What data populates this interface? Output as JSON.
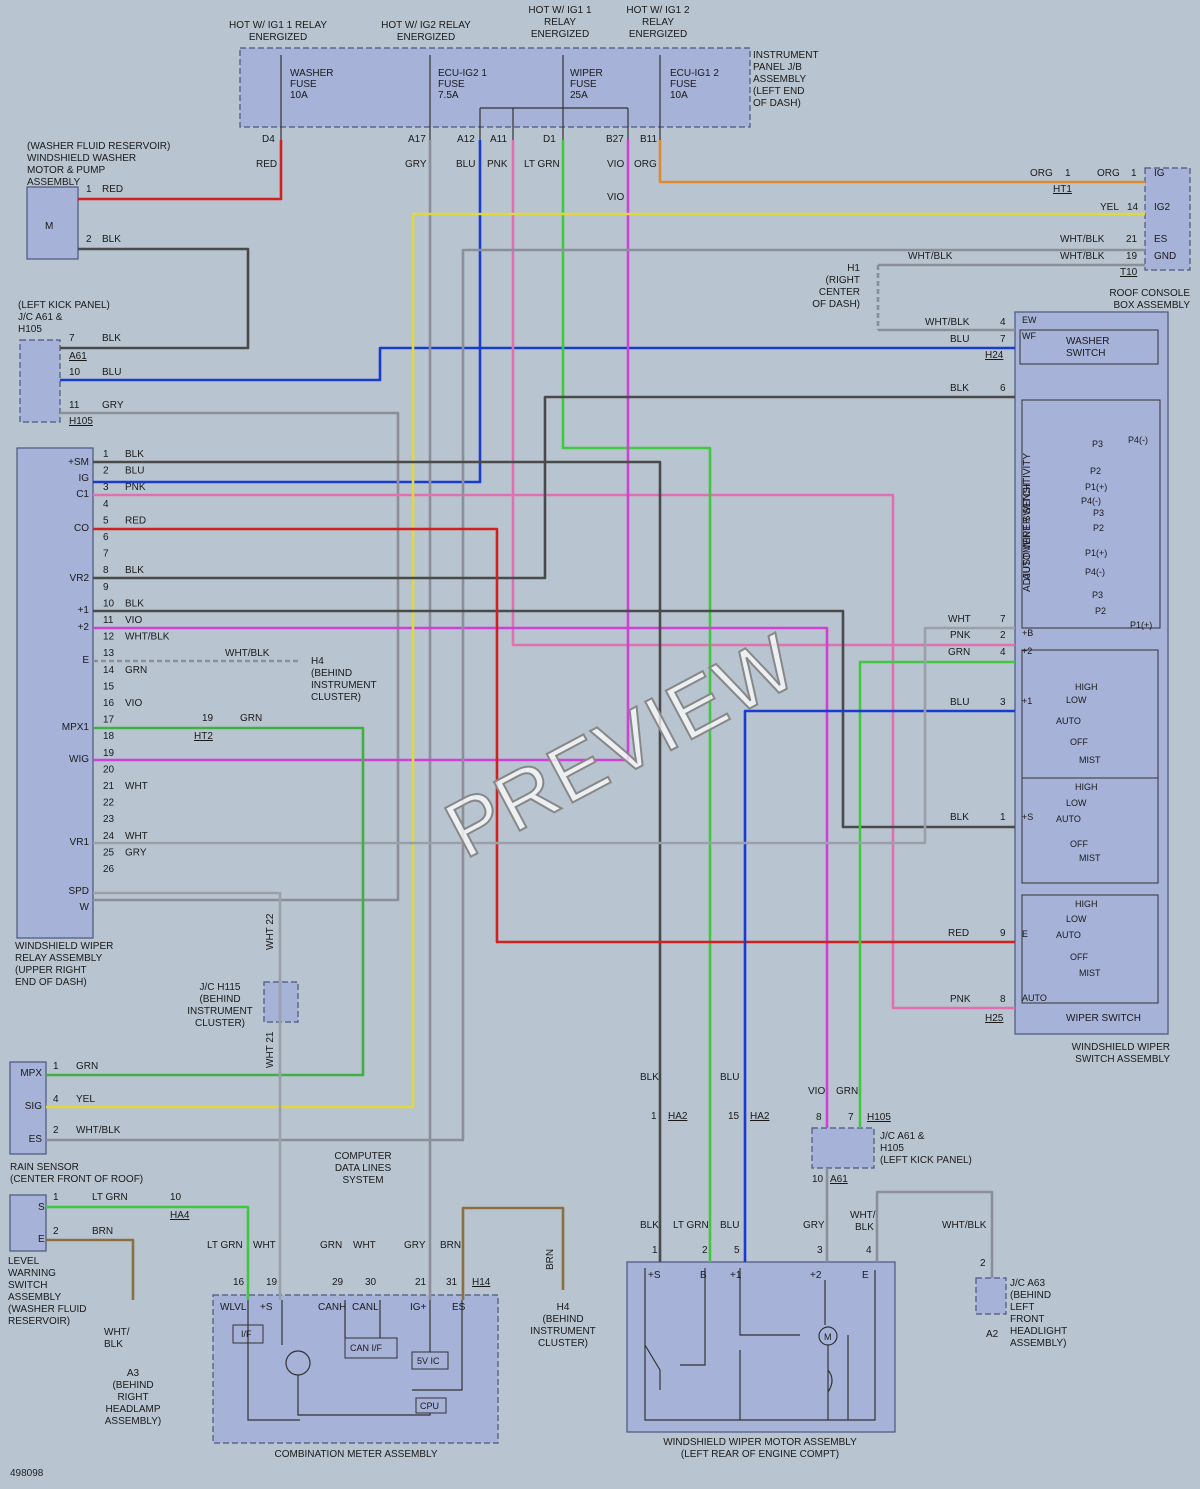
{
  "doc_id": "498098",
  "watermark": "PREVIEW",
  "relays": [
    "HOT W/ IG1 1 RELAY ENERGIZED",
    "HOT W/ IG2 RELAY ENERGIZED",
    "HOT W/ IG1 1 RELAY ENERGIZED",
    "HOT W/ IG1 2 RELAY ENERGIZED"
  ],
  "relay_lines": [
    [
      "HOT W/ IG1 1 RELAY",
      "ENERGIZED"
    ],
    [
      "HOT W/ IG2 RELAY",
      "ENERGIZED"
    ],
    [
      "HOT W/ IG1 1",
      "RELAY",
      "ENERGIZED"
    ],
    [
      "HOT W/ IG1 2",
      "RELAY",
      "ENERGIZED"
    ]
  ],
  "jb": {
    "lines": [
      "INSTRUMENT",
      "PANEL J/B",
      "ASSEMBLY",
      "(LEFT END",
      "OF DASH)"
    ],
    "fuses": [
      [
        "WASHER",
        "FUSE",
        "10A"
      ],
      [
        "ECU-IG2 1",
        "FUSE",
        "7.5A"
      ],
      [
        "WIPER",
        "FUSE",
        "25A"
      ],
      [
        "ECU-IG1 2",
        "FUSE",
        "10A"
      ]
    ],
    "pins": [
      "D4",
      "A17",
      "A12",
      "A11",
      "D1",
      "B27",
      "B11"
    ]
  },
  "wire_labels": [
    "RED",
    "GRY",
    "BLU",
    "PNK",
    "LT GRN",
    "VIO",
    "ORG",
    "VIO"
  ],
  "motor_pump": {
    "lines": [
      "(WASHER FLUID RESERVOIR)",
      "WINDSHIELD WASHER",
      "MOTOR & PUMP",
      "ASSEMBLY"
    ],
    "p1": "1",
    "c1": "RED",
    "p2": "2",
    "c2": "BLK",
    "m": "M"
  },
  "kick": {
    "lines": [
      "(LEFT KICK PANEL)",
      "J/C A61 &",
      "H105"
    ],
    "rows": [
      [
        "7",
        "BLK"
      ],
      [
        "10",
        "BLU"
      ],
      [
        "11",
        "GRY"
      ]
    ],
    "c1": "A61",
    "c2": "H105"
  },
  "relay_assy": {
    "lines": [
      "WINDSHIELD WIPER",
      "RELAY ASSEMBLY",
      "(UPPER RIGHT",
      "END OF DASH)"
    ],
    "pins": [
      "+SM",
      "IG",
      "C1",
      "CO",
      "VR2",
      "+1",
      "+2",
      "E",
      "MPX1",
      "WIG",
      "VR1",
      "SPD",
      "W"
    ],
    "rows": [
      [
        "1",
        "BLK"
      ],
      [
        "2",
        "BLU"
      ],
      [
        "3",
        "PNK"
      ],
      [
        "4",
        ""
      ],
      [
        "5",
        "RED"
      ],
      [
        "6",
        ""
      ],
      [
        "7",
        ""
      ],
      [
        "8",
        "BLK"
      ],
      [
        "9",
        ""
      ],
      [
        "10",
        "BLK"
      ],
      [
        "11",
        "VIO"
      ],
      [
        "12",
        "WHT/BLK"
      ],
      [
        "13",
        ""
      ],
      [
        "14",
        "GRN"
      ],
      [
        "15",
        ""
      ],
      [
        "16",
        "VIO"
      ],
      [
        "17",
        ""
      ],
      [
        "18",
        ""
      ],
      [
        "19",
        ""
      ],
      [
        "20",
        ""
      ],
      [
        "21",
        "WHT"
      ],
      [
        "22",
        ""
      ],
      [
        "23",
        ""
      ],
      [
        "24",
        "WHT"
      ],
      [
        "25",
        "GRY"
      ],
      [
        "26",
        ""
      ]
    ]
  },
  "h4": {
    "wire": "WHT/BLK",
    "lines": [
      "H4",
      "(BEHIND",
      "INSTRUMENT",
      "CLUSTER)"
    ]
  },
  "ht2": {
    "pin": "19",
    "c": "GRN",
    "conn": "HT2"
  },
  "h115": {
    "lines": [
      "J/C H115",
      "(BEHIND",
      "INSTRUMENT",
      "CLUSTER)"
    ],
    "top": "WHT 22",
    "bot": "WHT 21"
  },
  "rain": {
    "pins": [
      "MPX",
      "SIG",
      "ES"
    ],
    "rows": [
      [
        "1",
        "GRN"
      ],
      [
        "4",
        "YEL"
      ],
      [
        "2",
        "WHT/BLK"
      ]
    ],
    "lines": [
      "RAIN SENSOR",
      "(CENTER FRONT OF ROOF)"
    ]
  },
  "level": {
    "pins": [
      "S",
      "E"
    ],
    "rows": [
      [
        "1",
        "LT GRN"
      ],
      [
        "2",
        "BRN"
      ]
    ],
    "lines": [
      "LEVEL",
      "WARNING",
      "SWITCH",
      "ASSEMBLY",
      "(WASHER FLUID",
      "RESERVOIR)"
    ],
    "ha4": "HA4",
    "ha4pin": "10",
    "gnd": [
      "WHT/",
      "BLK"
    ],
    "a3": [
      "A3",
      "(BEHIND",
      "RIGHT",
      "HEADLAMP",
      "ASSEMBLY)"
    ]
  },
  "cds": {
    "lines": [
      "COMPUTER",
      "DATA LINES",
      "SYSTEM"
    ]
  },
  "meter": {
    "title": "COMBINATION METER ASSEMBLY",
    "pins": [
      "WLVL",
      "+S",
      "CANH",
      "CANL",
      "IG+",
      "ES"
    ],
    "nums": [
      "16",
      "19",
      "29",
      "30",
      "21",
      "31"
    ],
    "wires": [
      "LT GRN",
      "WHT",
      "GRN",
      "WHT",
      "GRY",
      "BRN"
    ],
    "conn": "H14",
    "blocks": [
      "I/F",
      "CAN I/F",
      "5V IC",
      "CPU"
    ]
  },
  "h4b": {
    "wire": "BRN",
    "lines": [
      "H4",
      "(BEHIND",
      "INSTRUMENT",
      "CLUSTER)"
    ]
  },
  "motor": {
    "title": [
      "WINDSHIELD WIPER MOTOR ASSEMBLY",
      "(LEFT REAR OF ENGINE COMPT)"
    ],
    "pins": [
      "+S",
      "B",
      "+1",
      "+2",
      "E"
    ],
    "nums": [
      "1",
      "2",
      "5",
      "3",
      "4"
    ],
    "wires": [
      "BLK",
      "LT GRN",
      "BLU",
      "GRY",
      "WHT/",
      "BLK"
    ],
    "m": "M"
  },
  "ha2": {
    "a": [
      "1",
      "HA2"
    ],
    "b": [
      "15",
      "HA2"
    ],
    "c1": "BLK",
    "c2": "BLU"
  },
  "jca61": {
    "lines": [
      "J/C A61 &",
      "H105",
      "(LEFT KICK PANEL)"
    ],
    "p8": "8",
    "p7": "7",
    "h105": "H105",
    "p10": "10",
    "a61": "A61",
    "c1": "VIO",
    "c2": "GRN"
  },
  "a63": {
    "pin": "2",
    "wire": "WHT/BLK",
    "lines": [
      "J/C A63",
      "(BEHIND",
      "LEFT",
      "FRONT",
      "HEADLIGHT",
      "ASSEMBLY)"
    ],
    "a2": "A2"
  },
  "roof": {
    "pins": [
      "IG",
      "IG2",
      "ES",
      "GND"
    ],
    "lines": [
      "ROOF CONSOLE",
      "BOX ASSEMBLY"
    ],
    "rows": [
      [
        "ORG",
        "1",
        "ORG",
        "1"
      ],
      [
        "YEL",
        "14"
      ],
      [
        "WHT/BLK",
        "21"
      ],
      [
        "WHT/BLK",
        "19"
      ]
    ],
    "ht1": "HT1",
    "t10": "T10",
    "h1": [
      "H1",
      "(RIGHT",
      "CENTER",
      "OF DASH)"
    ],
    "h1wire": "WHT/BLK"
  },
  "switch": {
    "title": "WIPER SWITCH",
    "assy": [
      "WINDSHIELD WIPER",
      "SWITCH ASSEMBLY"
    ],
    "washer": [
      "WASHER",
      "SWITCH"
    ],
    "sens": [
      "AUTO WIPER SENSITIVITY",
      "ADJUSTMENT SWITCH"
    ],
    "pins": [
      "EW",
      "WF",
      "+B",
      "+2",
      "+1",
      "+S",
      "E",
      "AUTO"
    ],
    "rows": [
      [
        "WHT/BLK",
        "4"
      ],
      [
        "BLU",
        "7"
      ],
      [
        "BLK",
        "6"
      ],
      [
        "WHT",
        "7"
      ],
      [
        "PNK",
        "2"
      ],
      [
        "GRN",
        "4"
      ],
      [
        "BLU",
        "3"
      ],
      [
        "BLK",
        "1"
      ],
      [
        "RED",
        "9"
      ],
      [
        "PNK",
        "8"
      ]
    ],
    "h24": "H24",
    "h25": "H25",
    "modes": [
      "HIGH",
      "LOW",
      "AUTO",
      "OFF",
      "MIST"
    ],
    "sens_pos": [
      "P3",
      "P4(-)",
      "P2",
      "P1(+)",
      "P4(-)",
      "P3",
      "P2",
      "P1(+)",
      "P4(-)",
      "P3",
      "P2",
      "P1(+)"
    ]
  }
}
